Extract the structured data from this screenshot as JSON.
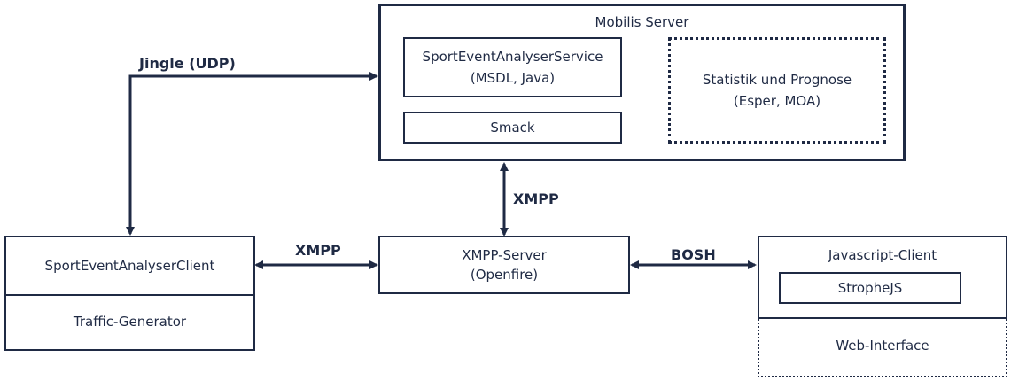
{
  "colors": {
    "line": "#1f2a44",
    "background": "#ffffff"
  },
  "nodes": {
    "mobilis_server": {
      "title": "Mobilis Server"
    },
    "sport_service": {
      "line1": "SportEventAnalyserService",
      "line2": "(MSDL, Java)"
    },
    "smack": {
      "label": "Smack"
    },
    "statistik": {
      "line1": "Statistik und Prognose",
      "line2": "(Esper, MOA)"
    },
    "xmpp_server": {
      "line1": "XMPP-Server",
      "line2": "(Openfire)"
    },
    "client": {
      "label": "SportEventAnalyserClient",
      "sub": "Traffic-Generator"
    },
    "js_client": {
      "title": "Javascript-Client",
      "inner": "StropheJS",
      "sub": "Web-Interface"
    }
  },
  "edges": {
    "jingle": "Jingle (UDP)",
    "xmpp_vertical": "XMPP",
    "xmpp_horizontal": "XMPP",
    "bosh": "BOSH"
  }
}
